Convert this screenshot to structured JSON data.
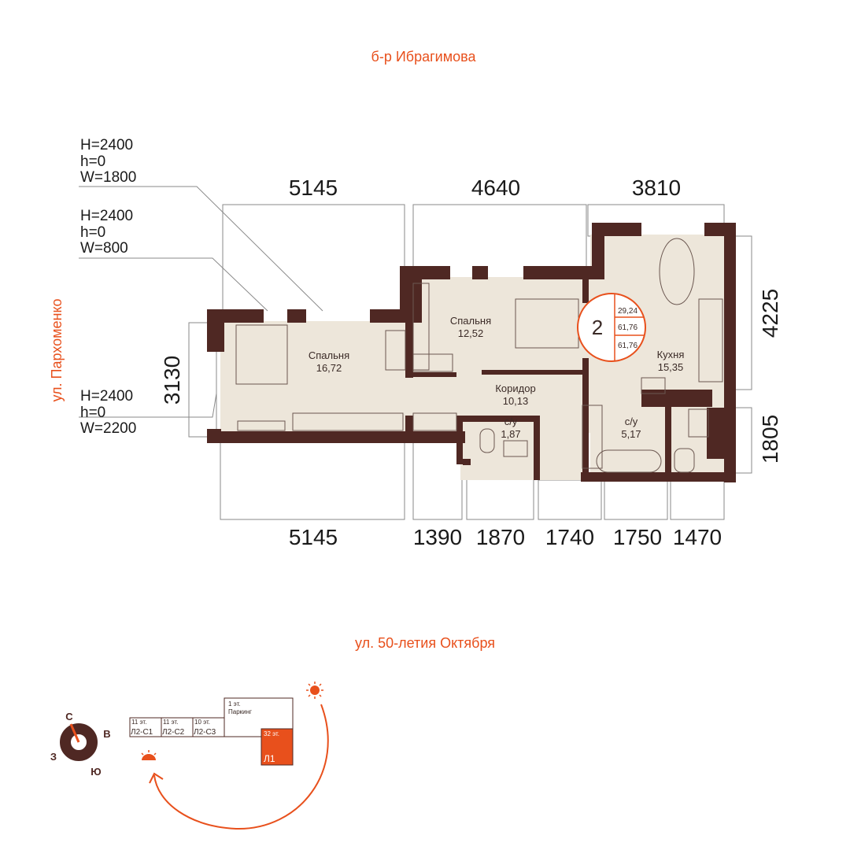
{
  "streets": {
    "top": "б-р Ибрагимова",
    "left": "ул. Пархоменко",
    "bottom": "ул. 50-летия Октября"
  },
  "dimensions": {
    "top": [
      "5145",
      "4640",
      "3810"
    ],
    "bottom": [
      "5145",
      "1390",
      "1870",
      "1740",
      "1750",
      "1470"
    ],
    "left": "3130",
    "right": [
      "4225",
      "1805"
    ]
  },
  "windows": [
    {
      "h_big": "H=2400",
      "h_small": "h=0",
      "w": "W=1800"
    },
    {
      "h_big": "H=2400",
      "h_small": "h=0",
      "w": "W=800"
    },
    {
      "h_big": "H=2400",
      "h_small": "h=0",
      "w": "W=2200"
    }
  ],
  "rooms": [
    {
      "name": "Спальня",
      "area": "16,72"
    },
    {
      "name": "Спальня",
      "area": "12,52"
    },
    {
      "name": "Коридор",
      "area": "10,13"
    },
    {
      "name": "с/у",
      "area": "1,87"
    },
    {
      "name": "с/у",
      "area": "5,17"
    },
    {
      "name": "Кухня",
      "area": "15,35"
    }
  ],
  "badge": {
    "rooms_count": "2",
    "living_area": "29,24",
    "total_area": "61,76",
    "area_with_balcony": "61,76"
  },
  "compass": {
    "n": "С",
    "e": "В",
    "s": "Ю",
    "w": "З"
  },
  "buildings": [
    {
      "floors": "11 эт.",
      "name": "Л2-С1"
    },
    {
      "floors": "11 эт.",
      "name": "Л2-С2"
    },
    {
      "floors": "10 эт.",
      "name": "Л2-С3"
    },
    {
      "floors": "1 эт.",
      "name": "Паркинг"
    },
    {
      "floors": "32 эт.",
      "name": "Л1"
    }
  ],
  "colors": {
    "accent": "#e8501c",
    "wall": "#4f2823",
    "floor": "#ede6da"
  }
}
